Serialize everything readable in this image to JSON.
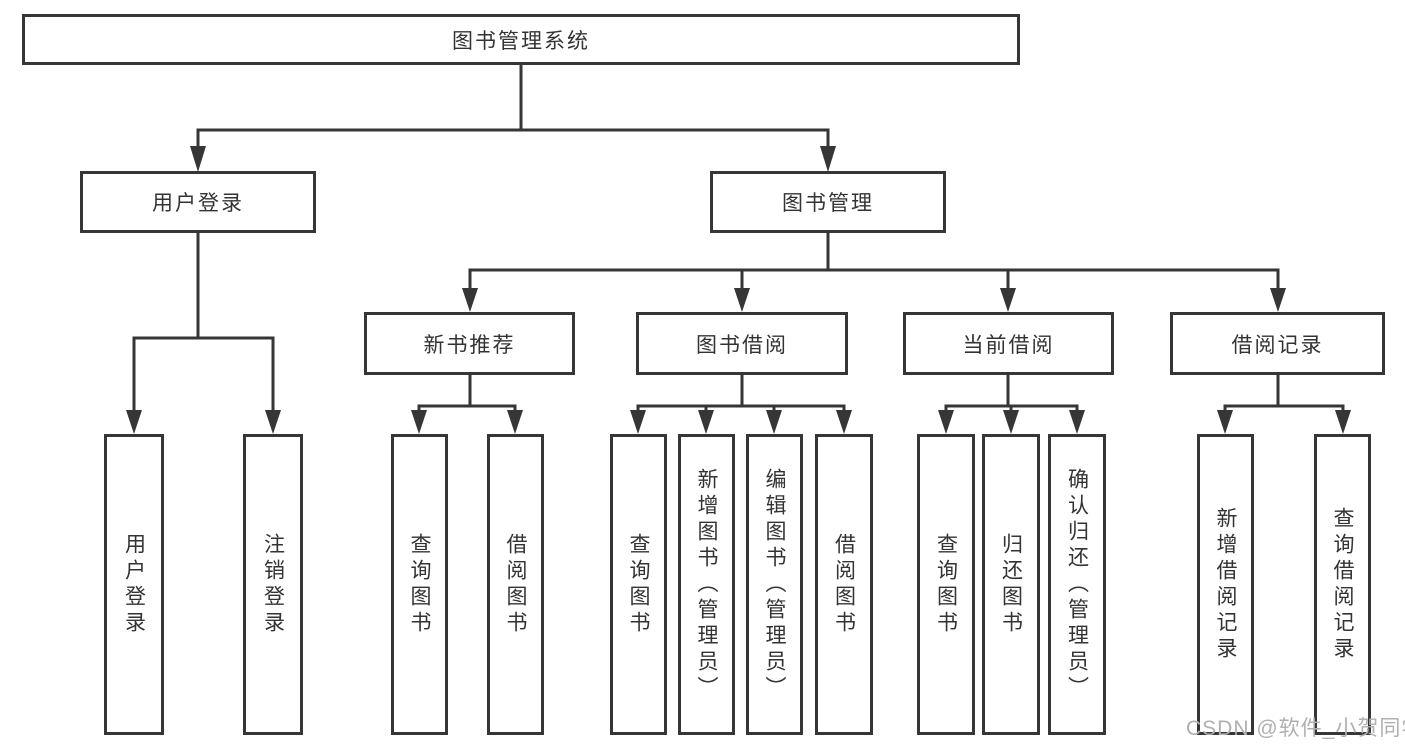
{
  "watermark": "CSDN @软件_小贺同学",
  "tree": {
    "root": {
      "label": "图书管理系统"
    },
    "children": [
      {
        "label": "用户登录",
        "children": [
          {
            "label": "用户登录"
          },
          {
            "label": "注销登录"
          }
        ]
      },
      {
        "label": "图书管理",
        "children": [
          {
            "label": "新书推荐",
            "children": [
              {
                "label": "查询图书"
              },
              {
                "label": "借阅图书"
              }
            ]
          },
          {
            "label": "图书借阅",
            "children": [
              {
                "label": "查询图书"
              },
              {
                "label": "新增图书（管理员）"
              },
              {
                "label": "编辑图书（管理员）"
              },
              {
                "label": "借阅图书"
              }
            ]
          },
          {
            "label": "当前借阅",
            "children": [
              {
                "label": "查询图书"
              },
              {
                "label": "归还图书"
              },
              {
                "label": "确认归还（管理员）"
              }
            ]
          },
          {
            "label": "借阅记录",
            "children": [
              {
                "label": "新增借阅记录"
              },
              {
                "label": "查询借阅记录"
              }
            ]
          }
        ]
      }
    ]
  },
  "colors": {
    "line": "#363636",
    "text": "#333333",
    "watermark": "#b0b0b0"
  }
}
